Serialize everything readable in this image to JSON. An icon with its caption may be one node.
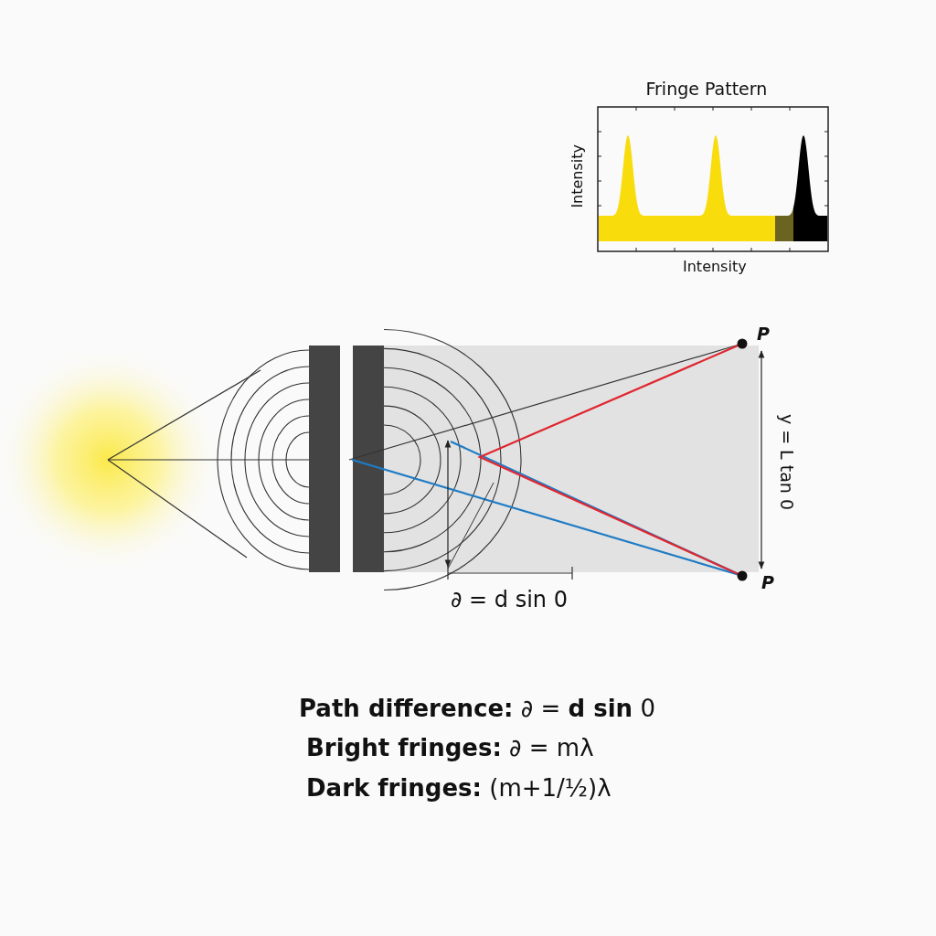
{
  "diagram": {
    "labels": [
      "Fringe Pattern",
      "Intensity",
      "Intensity",
      "P",
      "P",
      "y = L tan 0",
      "∂ = d sin 0",
      "**Path difference:** ∂ = **d sin** 0",
      "**Bright fringes:** ∂ = mλ",
      "**Dark fringes:** (m+1/½)λ"
    ]
  }
}
